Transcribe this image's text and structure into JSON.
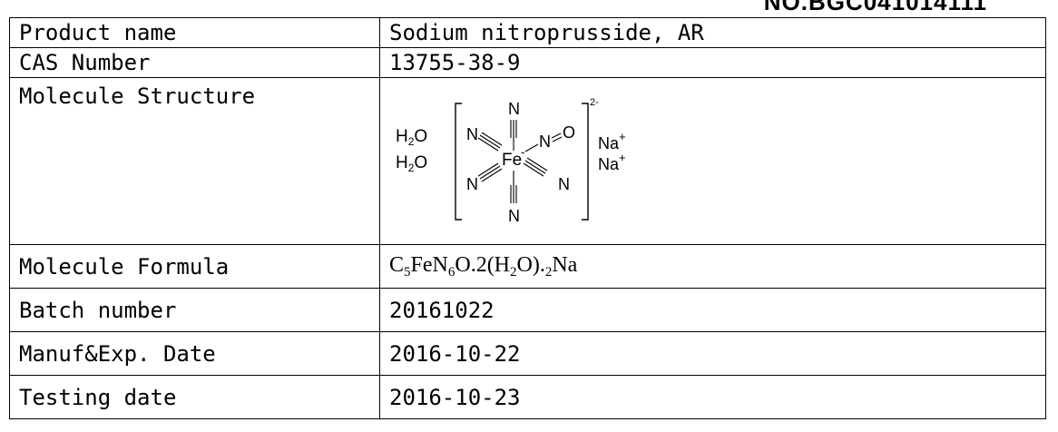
{
  "rows": [
    {
      "label": "Product name",
      "value": "Sodium nitroprusside, AR"
    },
    {
      "label": "CAS Number",
      "value": "13755-38-9"
    },
    {
      "label": "Molecule Structure"
    },
    {
      "label": "Molecule Formula",
      "value": {
        "a": "C",
        "a_sub": "5",
        "b": "FeN",
        "b_sub": "6",
        "c": "O.2(H",
        "c_sub": "2",
        "d": "O).",
        "d_sub": "2",
        "e": "Na"
      }
    },
    {
      "label": "Batch number",
      "value": "20161022"
    },
    {
      "label": "Manuf&Exp. Date",
      "value": "2016-10-22"
    },
    {
      "label": "Testing date",
      "value": "2016-10-23"
    }
  ],
  "structure": {
    "h2o_h": "H",
    "h2o_sub": "2",
    "h2o_o": "O",
    "n": "N",
    "fe": "Fe",
    "fe_charge": "-",
    "o": "O",
    "na": "Na",
    "na_charge": "+",
    "complex_charge": "2-"
  }
}
